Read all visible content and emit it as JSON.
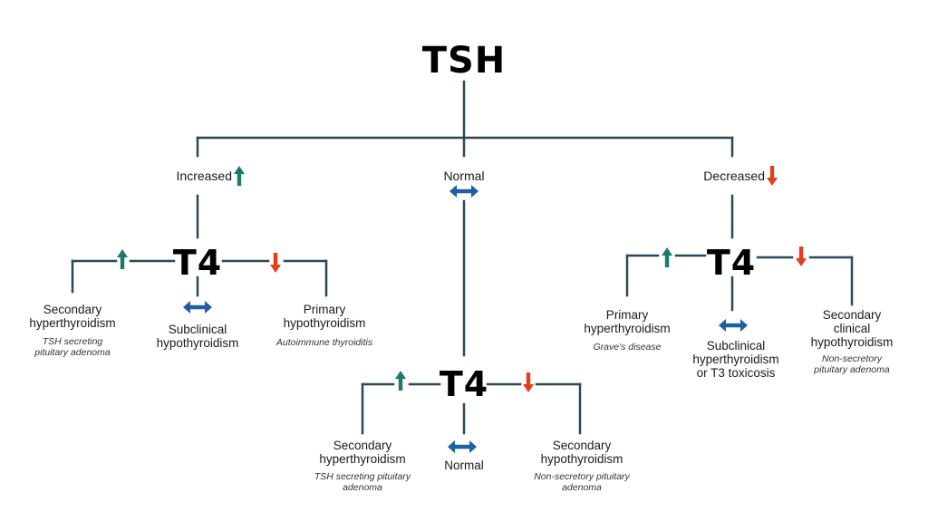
{
  "colors": {
    "line": "#2e4756",
    "up": "#1b7a6e",
    "down": "#e2401c",
    "normal": "#1f5fa0"
  },
  "root": {
    "title": "TSH"
  },
  "branches": {
    "increased": {
      "label": "Increased",
      "test": "T4",
      "high": {
        "diagnosis": [
          "Secondary",
          "hyperthyroidism"
        ],
        "example": [
          "TSH secreting",
          "pituitary adenoma"
        ]
      },
      "normal": {
        "diagnosis": [
          "Subclinical",
          "hypothyroidism"
        ]
      },
      "low": {
        "diagnosis": [
          "Primary",
          "hypothyroidism"
        ],
        "example": [
          "Autoimmune thyroiditis"
        ]
      }
    },
    "normal": {
      "label": "Normal",
      "test": "T4",
      "high": {
        "diagnosis": [
          "Secondary",
          "hyperthyroidism"
        ],
        "example": [
          "TSH secreting pituitary",
          "adenoma"
        ]
      },
      "normal": {
        "diagnosis": [
          "Normal"
        ]
      },
      "low": {
        "diagnosis": [
          "Secondary",
          "hypothyroidism"
        ],
        "example": [
          "Non-secretory pituitary",
          "adenoma"
        ]
      }
    },
    "decreased": {
      "label": "Decreased",
      "test": "T4",
      "high": {
        "diagnosis": [
          "Primary",
          "hyperthyroidism"
        ],
        "example": [
          "Grave's disease"
        ]
      },
      "normal": {
        "diagnosis": [
          "Subclinical",
          "hyperthyroidism",
          "or T3 toxicosis"
        ]
      },
      "low": {
        "diagnosis": [
          "Secondary",
          "clinical",
          "hypothyroidism"
        ],
        "example": [
          "Non-secretory",
          "pituitary adenoma"
        ]
      }
    }
  }
}
